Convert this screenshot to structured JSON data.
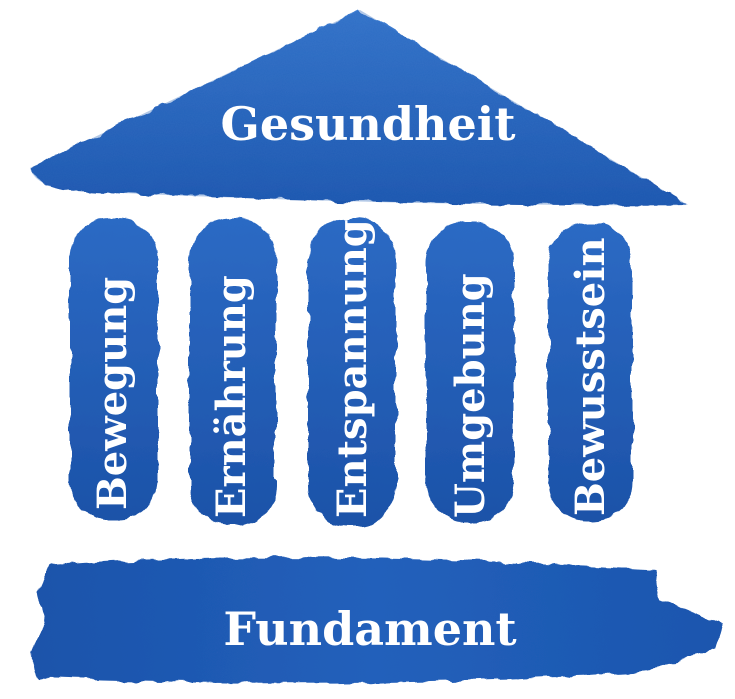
{
  "colors": {
    "paint_main": "#1f5bb5",
    "paint_dark": "#1a4fa3",
    "paint_light": "#3a78cf",
    "text": "#ffffff"
  },
  "roof": {
    "label": "Gesundheit"
  },
  "pillars": [
    {
      "label": "Bewegung"
    },
    {
      "label": "Ernährung"
    },
    {
      "label": "Entspannung"
    },
    {
      "label": "Umgebung"
    },
    {
      "label": "Bewusstsein"
    }
  ],
  "base": {
    "label": "Fundament"
  }
}
